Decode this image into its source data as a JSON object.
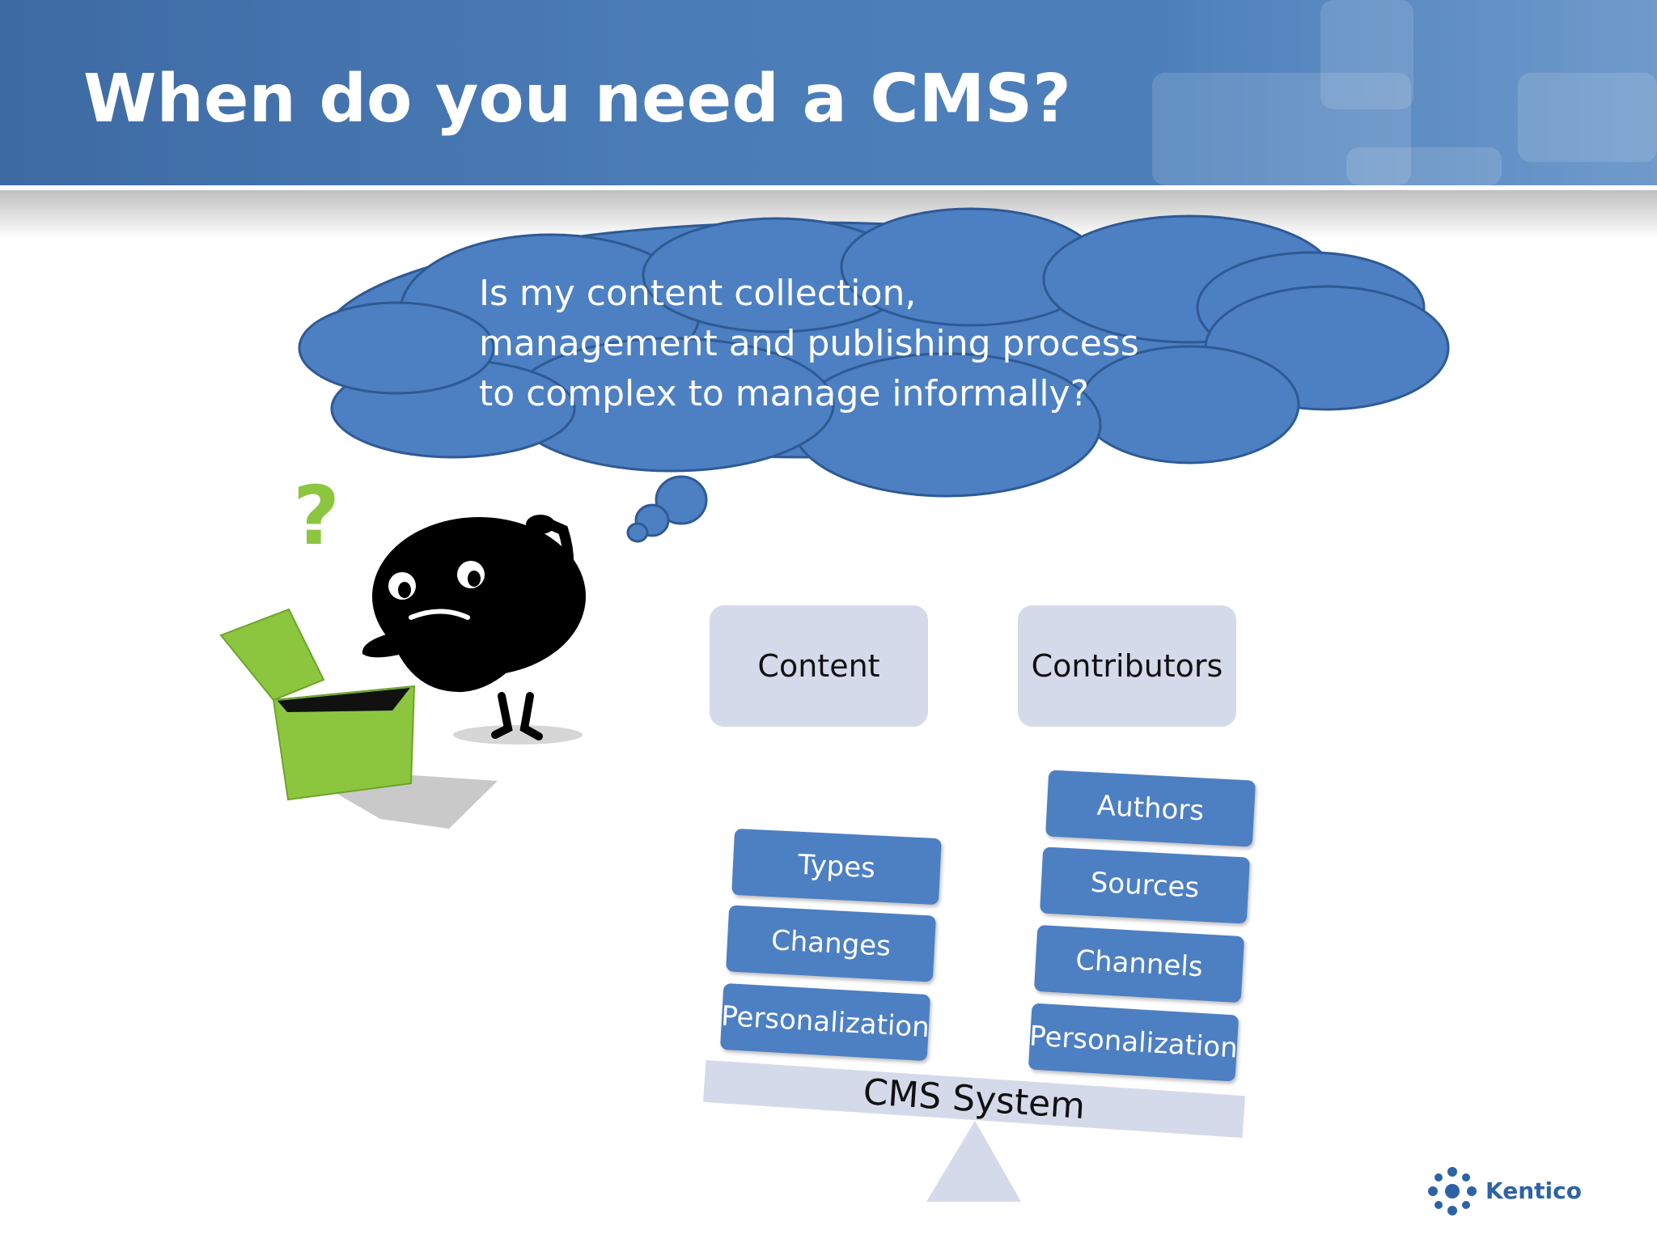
{
  "slide": {
    "title": "When do you need a CMS?",
    "thought": "Is my content collection, management and publishing process to complex to manage informally?"
  },
  "balance": {
    "left_label": "Content",
    "right_label": "Contributors",
    "left_items": [
      "Types",
      "Changes",
      "Personalization"
    ],
    "right_items": [
      "Authors",
      "Sources",
      "Channels",
      "Personalization"
    ],
    "beam_label": "CMS System"
  },
  "brand": {
    "name": "Kentico"
  },
  "colors": {
    "header": "#4a7cb7",
    "cloud": "#4d7fc3",
    "box": "#4d7fc3",
    "label_box": "#d5daeb",
    "green": "#8cc63f"
  }
}
